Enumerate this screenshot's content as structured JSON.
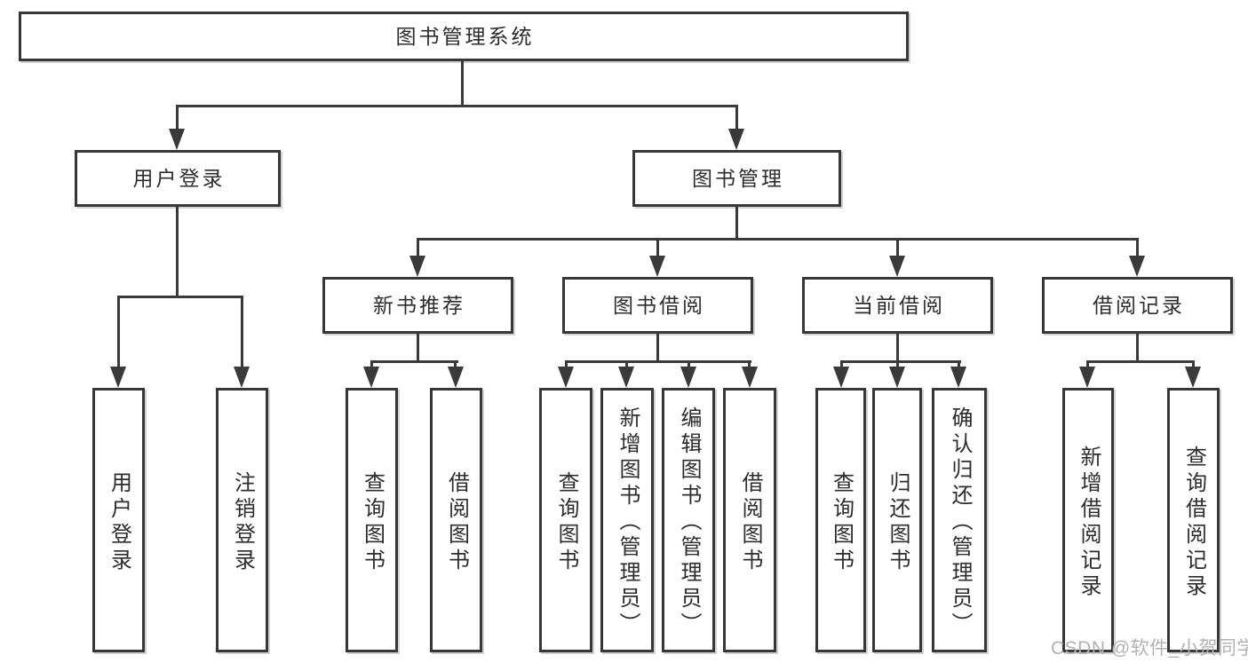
{
  "diagram_title": "图书管理系统",
  "tree": {
    "root": {
      "label": "图书管理系统",
      "children": [
        {
          "label": "用户登录",
          "children": [
            {
              "label": "用户登录"
            },
            {
              "label": "注销登录"
            }
          ]
        },
        {
          "label": "图书管理",
          "children": [
            {
              "label": "新书推荐",
              "children": [
                {
                  "label": "查询图书"
                },
                {
                  "label": "借阅图书"
                }
              ]
            },
            {
              "label": "图书借阅",
              "children": [
                {
                  "label": "查询图书"
                },
                {
                  "label": "新增图书（管理员）"
                },
                {
                  "label": "编辑图书（管理员）"
                },
                {
                  "label": "借阅图书"
                }
              ]
            },
            {
              "label": "当前借阅",
              "children": [
                {
                  "label": "查询图书"
                },
                {
                  "label": "归还图书"
                },
                {
                  "label": "确认归还（管理员）"
                }
              ]
            },
            {
              "label": "借阅记录",
              "children": [
                {
                  "label": "新增借阅记录"
                },
                {
                  "label": "查询借阅记录"
                }
              ]
            }
          ]
        }
      ]
    }
  },
  "watermark": {
    "text": "CSDN @软件_小贺同学"
  },
  "colors": {
    "line": "#3a3a3a",
    "box_border": "#373737",
    "box_background": "#ffffff",
    "text": "#2d2d2d",
    "watermark": "#b2b2b2",
    "page_background": "#ffffff"
  }
}
